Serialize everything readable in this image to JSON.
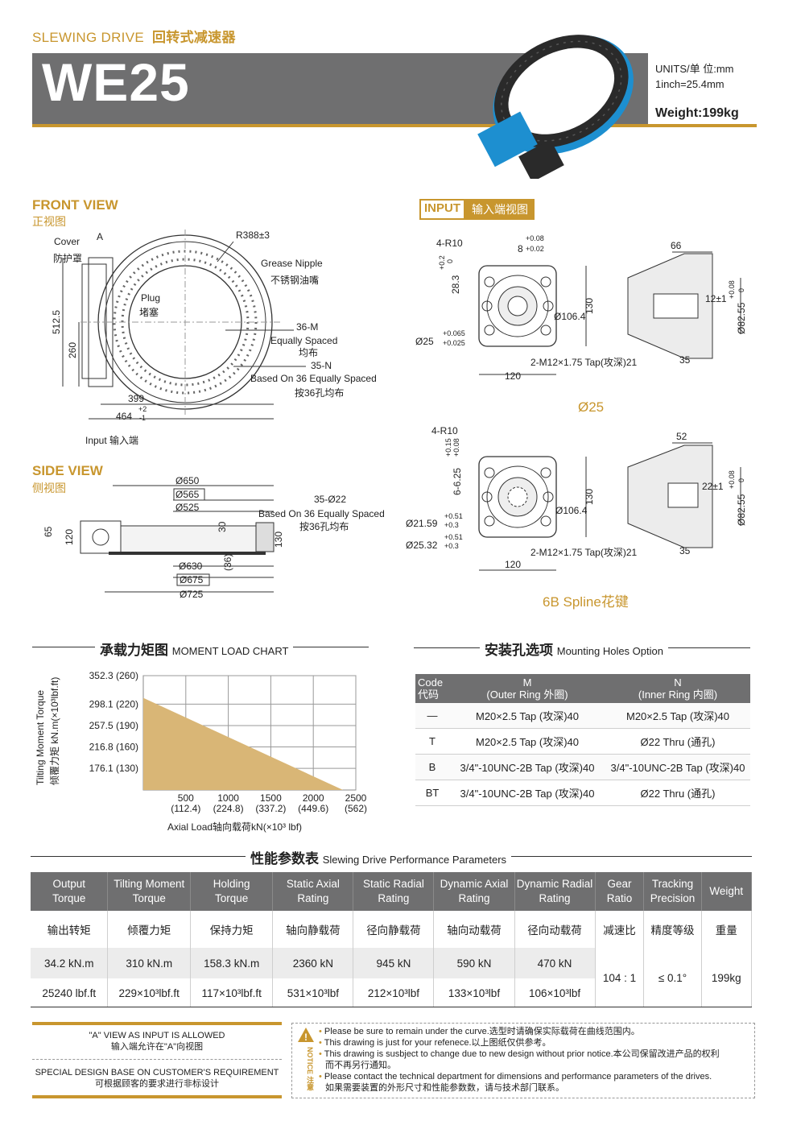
{
  "header": {
    "category_en": "SLEWING DRIVE",
    "category_cn": "回转式减速器",
    "model": "WE25",
    "units_line1": "UNITS/单  位:mm",
    "units_line2": "1inch=25.4mm",
    "weight": "Weight:199kg"
  },
  "front_view": {
    "title": "FRONT VIEW",
    "subtitle": "正视图",
    "labels": {
      "cover": "Cover",
      "cover_cn": "防护罩",
      "a": "A",
      "r388": "R388±3",
      "grease": "Grease Nipple",
      "grease_cn": "不锈钢油嘴",
      "plug": "Plug",
      "plug_cn": "堵塞",
      "m36": "36-M",
      "equally": "Equally Spaced",
      "equally_cn": "均布",
      "n35": "35-N",
      "based36": "Based On 36 Equally Spaced",
      "based36_cn": "按36孔均布",
      "d512": "512.5",
      "d260": "260",
      "d399": "399",
      "d464": "464",
      "tol_plus": "+2",
      "tol_minus": "-1",
      "input": "Input  输入端"
    }
  },
  "side_view": {
    "title": "SIDE VIEW",
    "subtitle": "侧视图",
    "labels": {
      "d650": "Ø650",
      "d565": "Ø565",
      "d525": "Ø525",
      "h35": "35-Ø22",
      "based": "Based On 36 Equally Spaced",
      "based_cn": "按36孔均布",
      "h65": "65",
      "h120": "120",
      "h30": "30",
      "h130": "130",
      "d630": "Ø630",
      "h36": "(36)",
      "d675": "Ø675",
      "d725": "Ø725"
    }
  },
  "input_view": {
    "title": "INPUT",
    "subtitle": "输入端视图",
    "top": {
      "r10": "4-R10",
      "w8": "8",
      "w8_tol_a": "+0.08",
      "w8_tol_b": "+0.02",
      "h28": "28.3",
      "h28_tol_a": "+0.2",
      "h28_tol_b": "0",
      "d106": "Ø106.4",
      "h130": "130",
      "d25": "Ø25",
      "d25_tol_a": "+0.065",
      "d25_tol_b": "+0.025",
      "tap": "2-M12×1.75 Tap(攻深)21",
      "w120": "120",
      "w66": "66",
      "k12": "12±1",
      "d82": "Ø82.55",
      "d82_tol_a": "+0.08",
      "d82_tol_b": "0",
      "w35": "35",
      "caption": "Ø25"
    },
    "bottom": {
      "r10": "4-R10",
      "h625": "6-6.25",
      "h625_tol_a": "+0.15",
      "h625_tol_b": "+0.08",
      "h130": "130",
      "d106": "Ø106.4",
      "d2159": "Ø21.59",
      "d2159_tol_a": "+0.51",
      "d2159_tol_b": "+0.3",
      "d2532": "Ø25.32",
      "d2532_tol_a": "+0.51",
      "d2532_tol_b": "+0.3",
      "tap": "2-M12×1.75 Tap(攻深)21",
      "w120": "120",
      "w52": "52",
      "k22": "22±1",
      "d82": "Ø82.55",
      "d82_tol_a": "+0.08",
      "d82_tol_b": "0",
      "w35": "35",
      "caption": "6B Spline花键"
    }
  },
  "chart_data": {
    "type": "area",
    "title": "承载力矩图",
    "title_en": "MOMENT LOAD CHART",
    "ylabel": "Tilting Moment Torque",
    "ylabel_cn": "倾覆力矩 kN.m(×10³lbf.ft)",
    "xlabel": "Axial Load轴向载荷kN(×10³ lbf)",
    "y_ticks": [
      {
        "value": 352.3,
        "label": "352.3 (260)"
      },
      {
        "value": 298.1,
        "label": "298.1 (220)"
      },
      {
        "value": 257.5,
        "label": "257.5 (190)"
      },
      {
        "value": 216.8,
        "label": "216.8 (160)"
      },
      {
        "value": 176.1,
        "label": "176.1 (130)"
      }
    ],
    "x_ticks": [
      {
        "value": 500,
        "label": "500",
        "sub": "(112.4)"
      },
      {
        "value": 1000,
        "label": "1000",
        "sub": "(224.8)"
      },
      {
        "value": 1500,
        "label": "1500",
        "sub": "(337.2)"
      },
      {
        "value": 2000,
        "label": "2000",
        "sub": "(449.6)"
      },
      {
        "value": 2500,
        "label": "2500",
        "sub": "(562)"
      }
    ],
    "series": [
      {
        "x": [
          0,
          2350
        ],
        "y": [
          310,
          135
        ]
      }
    ],
    "xlim": [
      0,
      2500
    ],
    "ylim": [
      135,
      352.3
    ],
    "fill_color": "#d9b676"
  },
  "mounting": {
    "title": "安装孔选项",
    "title_en": "Mounting Holes Option",
    "headers": {
      "code": "Code",
      "code_cn": "代码",
      "m": "M",
      "m_sub": "(Outer Ring 外圈)",
      "n": "N",
      "n_sub": "(Inner Ring 内圈)"
    },
    "rows": [
      {
        "code": "—",
        "m": "M20×2.5 Tap (攻深)40",
        "n": "M20×2.5 Tap (攻深)40"
      },
      {
        "code": "T",
        "m": "M20×2.5 Tap (攻深)40",
        "n": "Ø22 Thru (通孔)"
      },
      {
        "code": "B",
        "m": "3/4\"-10UNC-2B Tap (攻深)40",
        "n": "3/4\"-10UNC-2B Tap (攻深)40"
      },
      {
        "code": "BT",
        "m": "3/4\"-10UNC-2B Tap (攻深)40",
        "n": "Ø22 Thru (通孔)"
      }
    ]
  },
  "performance": {
    "title": "性能参数表",
    "title_en": "Slewing Drive Performance Parameters",
    "headers": [
      [
        "Output",
        "Torque"
      ],
      [
        "Tilting Moment",
        "Torque"
      ],
      [
        "Holding",
        "Torque"
      ],
      [
        "Static Axial",
        "Rating"
      ],
      [
        "Static Radial",
        "Rating"
      ],
      [
        "Dynamic Axial",
        "Rating"
      ],
      [
        "Dynamic Radial",
        "Rating"
      ],
      [
        "Gear",
        "Ratio"
      ],
      [
        "Tracking",
        "Precision"
      ],
      [
        "Weight",
        ""
      ]
    ],
    "headers_cn": [
      "输出转矩",
      "倾覆力矩",
      "保持力矩",
      "轴向静载荷",
      "径向静载荷",
      "轴向动载荷",
      "径向动载荷",
      "减速比",
      "精度等级",
      "重量"
    ],
    "metric": [
      "34.2 kN.m",
      "310 kN.m",
      "158.3 kN.m",
      "2360 kN",
      "945 kN",
      "590 kN",
      "470 kN"
    ],
    "imperial": [
      "25240 lbf.ft",
      "229×10³lbf.ft",
      "117×10³lbf.ft",
      "531×10³lbf",
      "212×10³lbf",
      "133×10³lbf",
      "106×10³lbf"
    ],
    "gear_ratio": "104 : 1",
    "precision": "≤ 0.1°",
    "weight": "199kg"
  },
  "footer": {
    "a_view": "\"A\" VIEW AS INPUT IS ALLOWED",
    "a_view_cn": "输入端允许在\"A\"向视图",
    "special": "SPECIAL DESIGN BASE ON CUSTOMER'S REQUIREMENT",
    "special_cn": "可根据顾客的要求进行非标设计",
    "notice_label": "NOTICE 注意",
    "notes": [
      "Please be sure to remain under the curve.选型时请确保实际载荷在曲线范围内。",
      "This drawing is just for your refenece.以上图纸仅供参考。",
      "This drawing is susbject to change due to new design without prior notice.本公司保留改进产品的权利",
      "而不再另行通知。",
      "Please contact the technical department for dimensions and performance parameters of the drives.",
      "如果需要装置的外形尺寸和性能参数数，请与技术部门联系。"
    ]
  }
}
